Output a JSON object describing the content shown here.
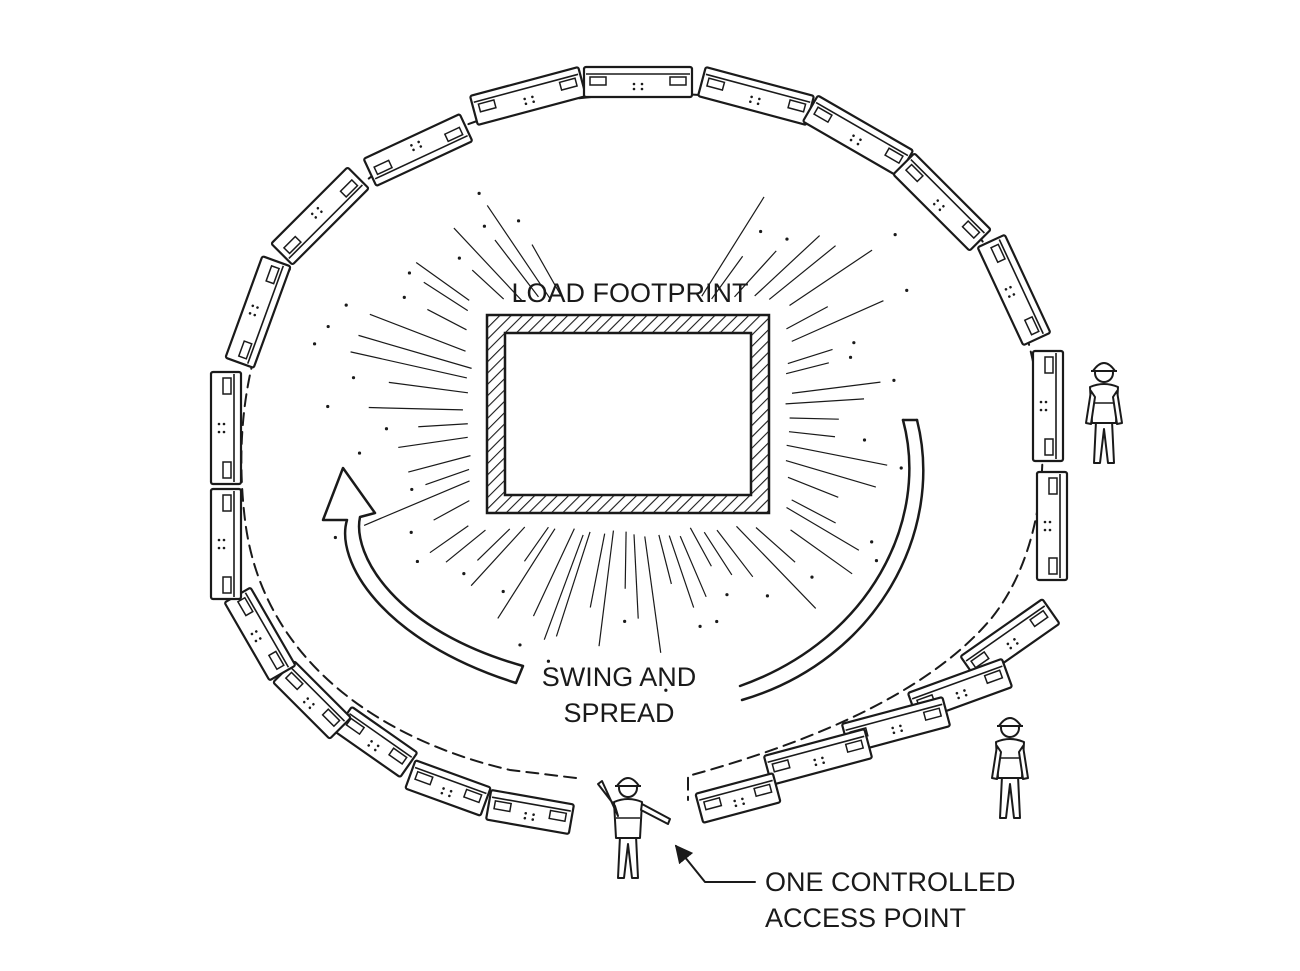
{
  "labels": {
    "load_footprint": "LOAD FOOTPRINT",
    "swing_line1": "SWING AND",
    "swing_line2": "SPREAD",
    "access_line1": "ONE CONTROLLED",
    "access_line2": "ACCESS POINT"
  },
  "colors": {
    "ink": "#1a1a1a",
    "background": "#ffffff"
  },
  "elements": {
    "barrier_segment_count": 23,
    "worker_count": 3,
    "worker_icon": "person-hardhat-icon",
    "arrow_icon": "curved-arrow-icon",
    "pointer_icon": "leader-arrow-icon"
  }
}
